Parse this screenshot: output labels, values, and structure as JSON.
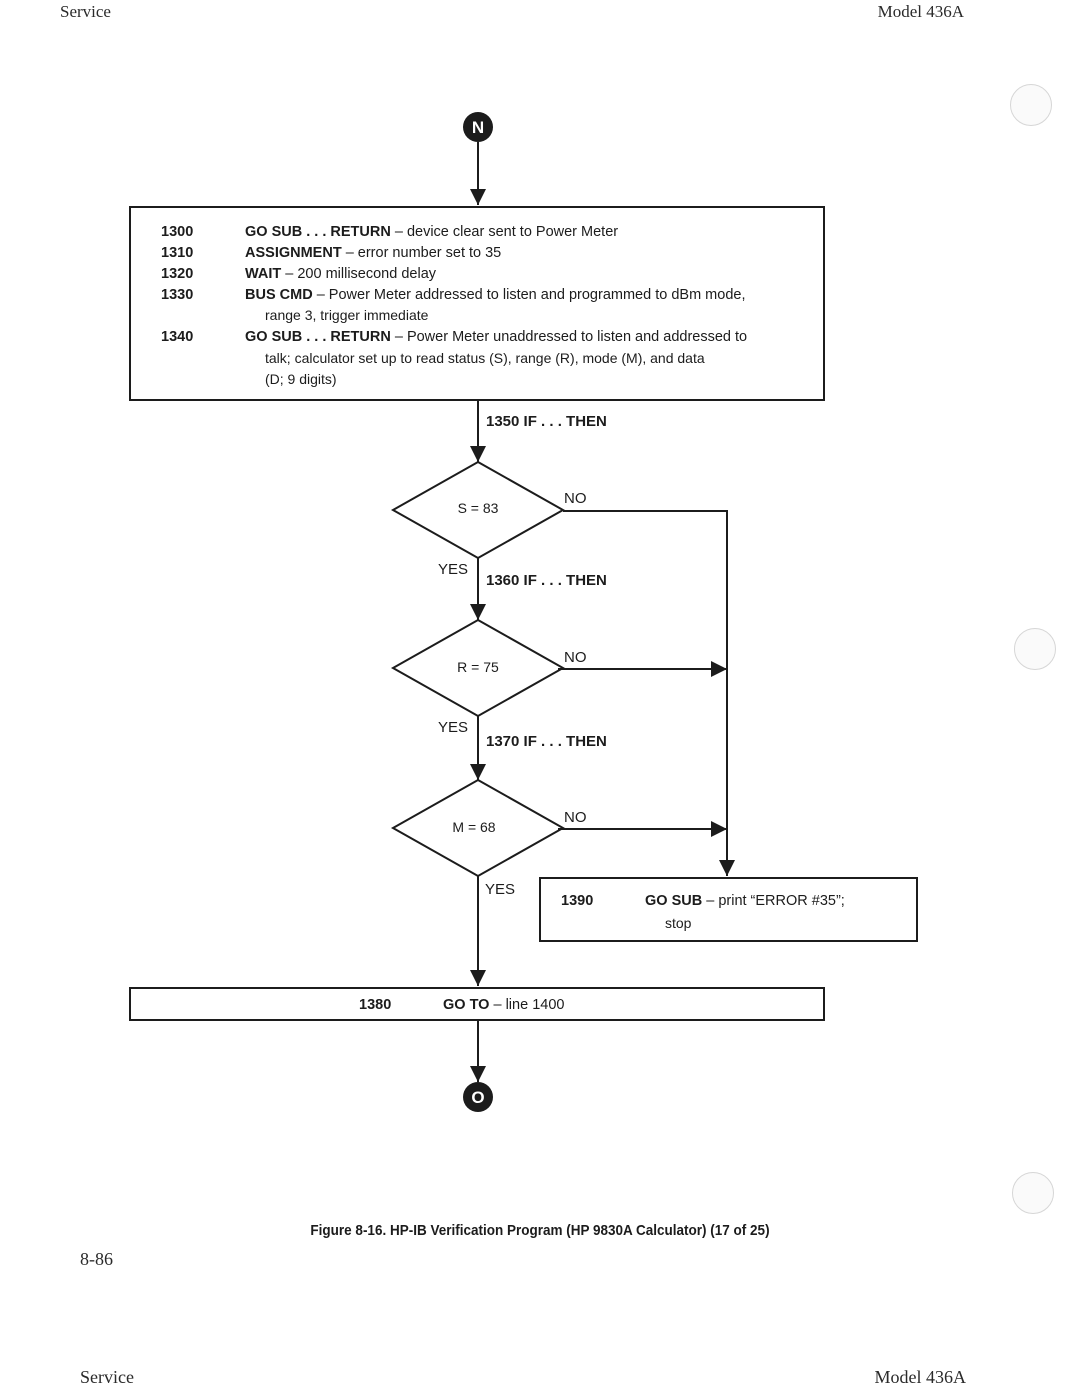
{
  "page": {
    "header_left": "Service",
    "header_right": "Model 436A",
    "page_number": "8-86",
    "footer_left": "Service",
    "footer_right": "Model 436A"
  },
  "connectors": {
    "top": "N",
    "bottom": "O"
  },
  "main_box": {
    "lines": [
      {
        "num": "1300",
        "kw": "GO SUB . . . RETURN",
        "text": " – device clear sent to Power Meter",
        "cont": []
      },
      {
        "num": "1310",
        "kw": "ASSIGNMENT",
        "text": " – error number set to 35",
        "cont": []
      },
      {
        "num": "1320",
        "kw": "WAIT",
        "text": " – 200 millisecond delay",
        "cont": []
      },
      {
        "num": "1330",
        "kw": "BUS CMD",
        "text": " – Power Meter addressed to listen and programmed to dBm mode,",
        "cont": [
          "range 3, trigger immediate"
        ]
      },
      {
        "num": "1340",
        "kw": "GO SUB . . . RETURN",
        "text": " – Power Meter unaddressed to listen and addressed to",
        "cont": [
          "talk; calculator set up to read status (S), range (R), mode (M), and data",
          "(D; 9 digits)"
        ]
      }
    ]
  },
  "flow": {
    "step_1350": "1350  IF . . . THEN",
    "step_1360": "1360  IF . . . THEN",
    "step_1370": "1370 IF . . . THEN",
    "decision_1": "S = 83",
    "decision_2": "R = 75",
    "decision_3": "M = 68",
    "yes": "YES",
    "no": "NO"
  },
  "error_box": {
    "num": "1390",
    "kw": "GO SUB",
    "text": " –  print “ERROR  #35”;",
    "cont": "stop"
  },
  "goto_box": {
    "num": "1380",
    "kw": "GO TO",
    "text": " –  line 1400"
  },
  "caption": "Figure 8-16.  HP-IB Verification Program (HP 9830A Calculator) (17 of 25)"
}
